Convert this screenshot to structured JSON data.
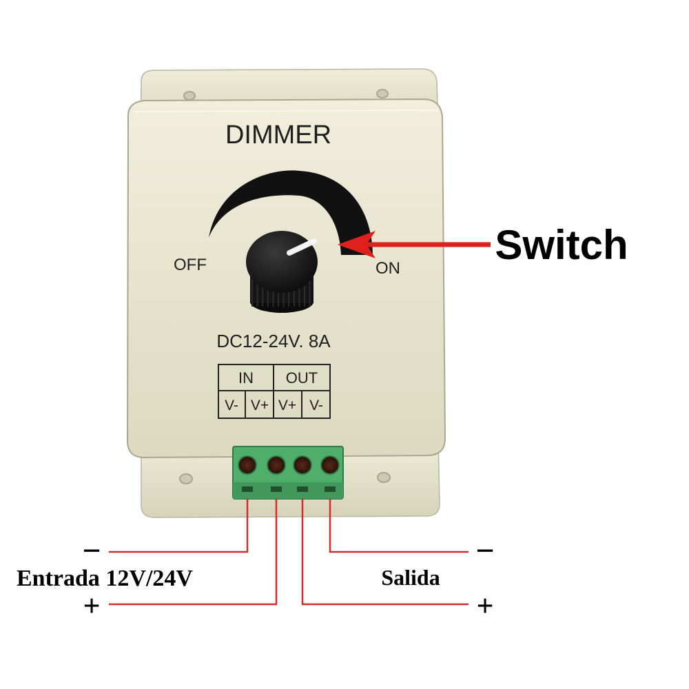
{
  "device": {
    "title": "DIMMER",
    "off_label": "OFF",
    "on_label": "ON",
    "rating": "DC12-24V. 8A",
    "terminal_table": {
      "groups": [
        "IN",
        "OUT"
      ],
      "pins": [
        "V-",
        "V+",
        "V+",
        "V-"
      ]
    }
  },
  "callout": {
    "label": "Switch"
  },
  "wiring": {
    "input_label": "Entrada 12V/24V",
    "output_label": "Salida",
    "minus_symbol": "−",
    "plus_symbol": "+",
    "wire_color": "#d42a2a"
  },
  "colors": {
    "housing": "#ece9d2",
    "terminal_block": "#4fae6a",
    "knob": "#151515",
    "arrow": "#e0201c"
  }
}
